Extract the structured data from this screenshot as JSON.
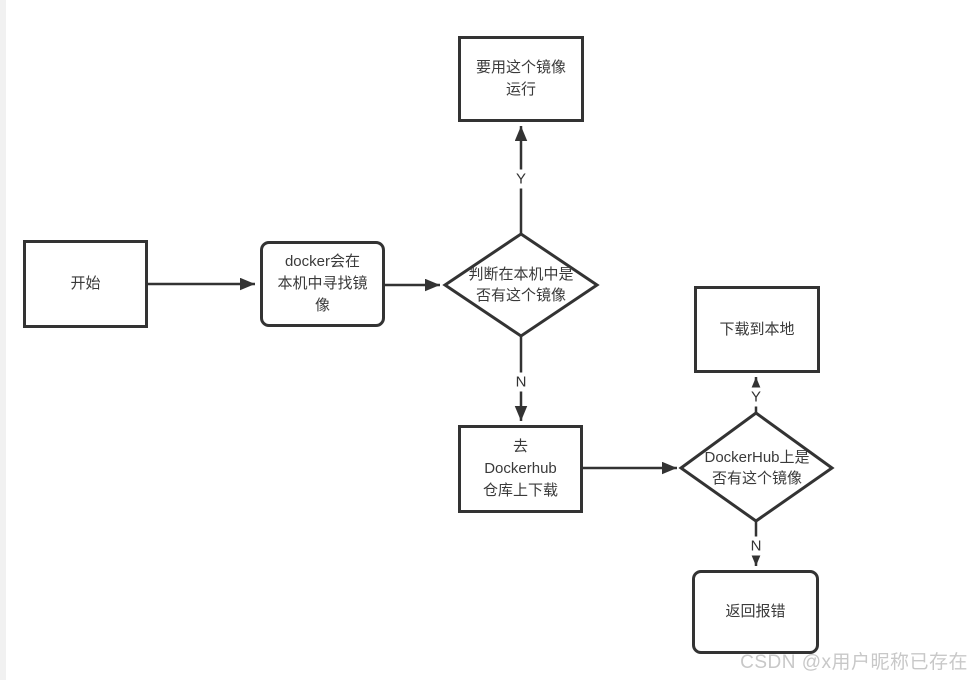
{
  "page": {
    "background": "#ffffff",
    "left_gutter_color": "#f1f1f1"
  },
  "diagram": {
    "type": "flowchart",
    "topic": "docker image run lookup flow",
    "colors": {
      "stroke": "#333333",
      "node_text": "#3a3a3a",
      "watermark_text": "#c8c8c8"
    },
    "nodes": {
      "start": {
        "label": "开始",
        "shape": "rectangle"
      },
      "docker_search": {
        "label": "docker会在\n本机中寻找镜\n像",
        "shape": "rounded-rectangle"
      },
      "decision_local": {
        "label": "判断在本机中是\n否有这个镜像",
        "shape": "diamond"
      },
      "run_image": {
        "label": "要用这个镜像\n运行",
        "shape": "rectangle"
      },
      "download_from_hub": {
        "label": "去\nDockerhub\n仓库上下载",
        "shape": "rectangle"
      },
      "decision_hub": {
        "label": "DockerHub上是\n否有这个镜像",
        "shape": "diamond"
      },
      "download_local": {
        "label": "下载到本地",
        "shape": "rectangle"
      },
      "return_error": {
        "label": "返回报错",
        "shape": "rounded-rectangle"
      }
    },
    "edge_labels": {
      "local_yes": "Y",
      "local_no": "N",
      "hub_yes": "Y",
      "hub_no": "N"
    },
    "watermark": "CSDN @x用户昵称已存在"
  }
}
